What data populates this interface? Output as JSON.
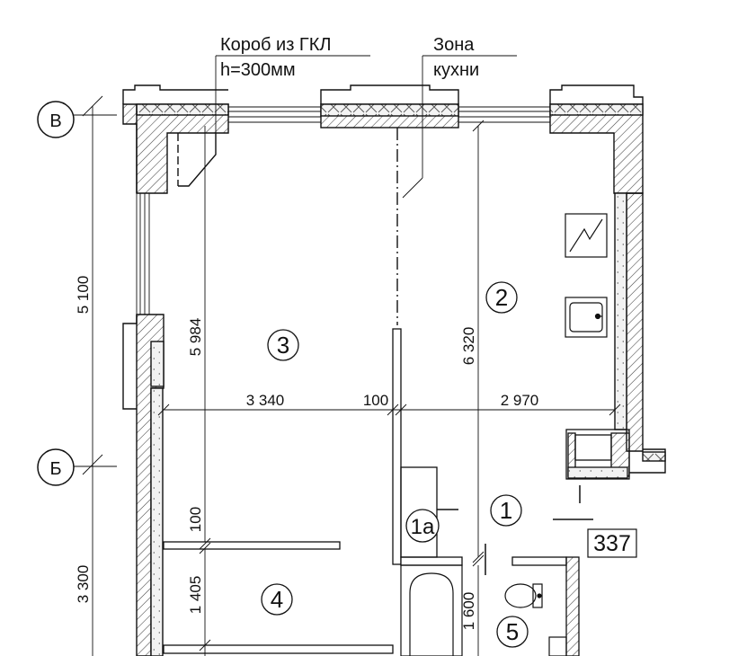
{
  "annotations": {
    "duct": {
      "line1": "Короб из ГКЛ",
      "line2": "h=300мм"
    },
    "kitchen": {
      "line1": "Зона",
      "line2": "кухни"
    }
  },
  "axes": {
    "v": "В",
    "b": "Б"
  },
  "dimensions": {
    "axis_vb": "5 100",
    "axis_b_down": "3 300",
    "room3_height": "5 984",
    "room2_height": "6 320",
    "room3_width": "3 340",
    "wall": "100",
    "room2_width": "2 970",
    "partition": "100",
    "room4_height": "1 405",
    "bath_height": "1 600"
  },
  "rooms": {
    "r3": "3",
    "r2": "2",
    "r1": "1",
    "r1a": "1а",
    "r4": "4",
    "r5": "5"
  },
  "mark": "337",
  "colors": {
    "line": "#111111",
    "hatch": "#444444",
    "insulation": "#e8e8e8"
  }
}
